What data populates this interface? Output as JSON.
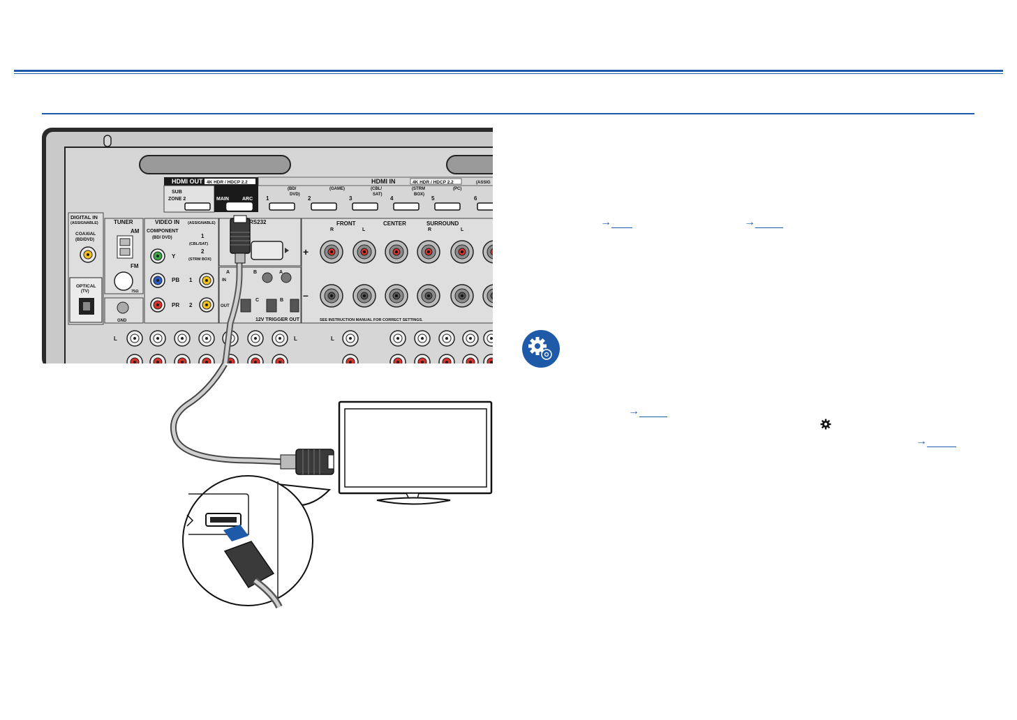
{
  "rear_panel": {
    "hdmi_out_label": "HDMI OUT",
    "hdmi_out_spec": "4K HDR / HDCP 2.2",
    "hdmi_in_label": "HDMI IN",
    "hdmi_in_spec": "4K HDR / HDCP 2.2",
    "assign_partial": "(ASSIG",
    "sub_label": "SUB",
    "zone2_label": "ZONE 2",
    "main_label": "MAIN",
    "arc_label": "ARC",
    "hdmi_inputs": [
      {
        "num": "1",
        "label": "(BD/",
        "label2": "DVD)"
      },
      {
        "num": "2",
        "label": "(GAME)",
        "label2": ""
      },
      {
        "num": "3",
        "label": "(CBL/",
        "label2": "SAT)"
      },
      {
        "num": "4",
        "label": "(STRM",
        "label2": "BOX)"
      },
      {
        "num": "5",
        "label": "(PC)",
        "label2": ""
      },
      {
        "num": "6",
        "label": "",
        "label2": ""
      }
    ],
    "digital_in_label": "DIGITAL IN",
    "assignable_label": "(ASSIGNABLE)",
    "coaxial_label": "COAXIAL",
    "coaxial_sub": "(BD/DVD)",
    "optical_label": "OPTICAL",
    "optical_sub": "(TV)",
    "tuner_label": "TUNER",
    "am_label": "AM",
    "fm_label": "FM",
    "ohm_label": "75Ω",
    "gnd_label": "GND",
    "video_in_label": "VIDEO IN",
    "video_assignable": "(ASSIGNABLE)",
    "component_label": "COMPONENT",
    "component_sub": "(BD/ DVD)",
    "y_label": "Y",
    "pb_label": "PB",
    "pr_label": "PR",
    "composite_1": "1",
    "composite_1_sub": "(CBL/SAT)",
    "composite_2": "2",
    "composite_2_sub": "(STRM BOX)",
    "row_1": "1",
    "row_2": "2",
    "rs232_label": "RS232",
    "trigger_a": "A",
    "trigger_b": "B",
    "trigger_c": "C",
    "trigger_in": "IN",
    "trigger_out": "OUT",
    "trigger_label": "12V TRIGGER OUT",
    "front_label": "FRONT",
    "center_label": "CENTER",
    "surround_label": "SURROUND",
    "r_label": "R",
    "l_label": "L",
    "plus_label": "+",
    "minus_label": "–",
    "see_manual": "SEE INSTRUCTION MANUAL FOR CORRECT SETTINGS."
  },
  "links": {
    "arrow": "→"
  },
  "icons": {
    "settings": "settings-gear-icon",
    "gear_inline": "gear-icon"
  },
  "colors": {
    "accent": "#1e5aa8",
    "panel": "#c8c8c8",
    "panel_dark": "#1a1a1a",
    "jack_yellow": "#f4c21b",
    "jack_green": "#3aa845",
    "jack_blue": "#2a5cc4",
    "jack_red": "#d9332b"
  }
}
